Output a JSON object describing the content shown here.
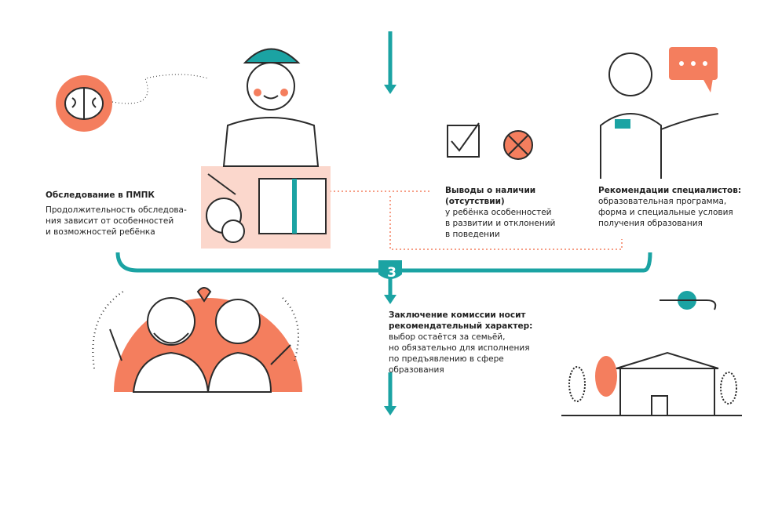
{
  "colors": {
    "accent": "#1ba3a3",
    "orange": "#f47e5e",
    "line": "#2b2b2b"
  },
  "step_number": "3",
  "blocks": {
    "survey": {
      "title": "Обследование в ПМПК",
      "lines": [
        "Продолжительность обследова-",
        "ния зависит от особенностей",
        "и возможностей ребёнка"
      ]
    },
    "conclusions": {
      "title_lines": [
        "Выводы о наличии",
        "(отсутствии)"
      ],
      "lines": [
        "у ребёнка особенностей",
        "в развитии и отклонений",
        "в поведении"
      ]
    },
    "recommendations": {
      "title": "Рекомендации специалистов:",
      "lines": [
        "образовательная программа,",
        "форма и специальные условия",
        "получения образования"
      ]
    },
    "verdict": {
      "title_lines": [
        "Заключение комиссии носит",
        "рекомендательный характер:"
      ],
      "lines": [
        "выбор остаётся за семьёй,",
        "но обязательно для исполнения",
        "по предъявлению в сфере",
        "образования"
      ]
    }
  }
}
